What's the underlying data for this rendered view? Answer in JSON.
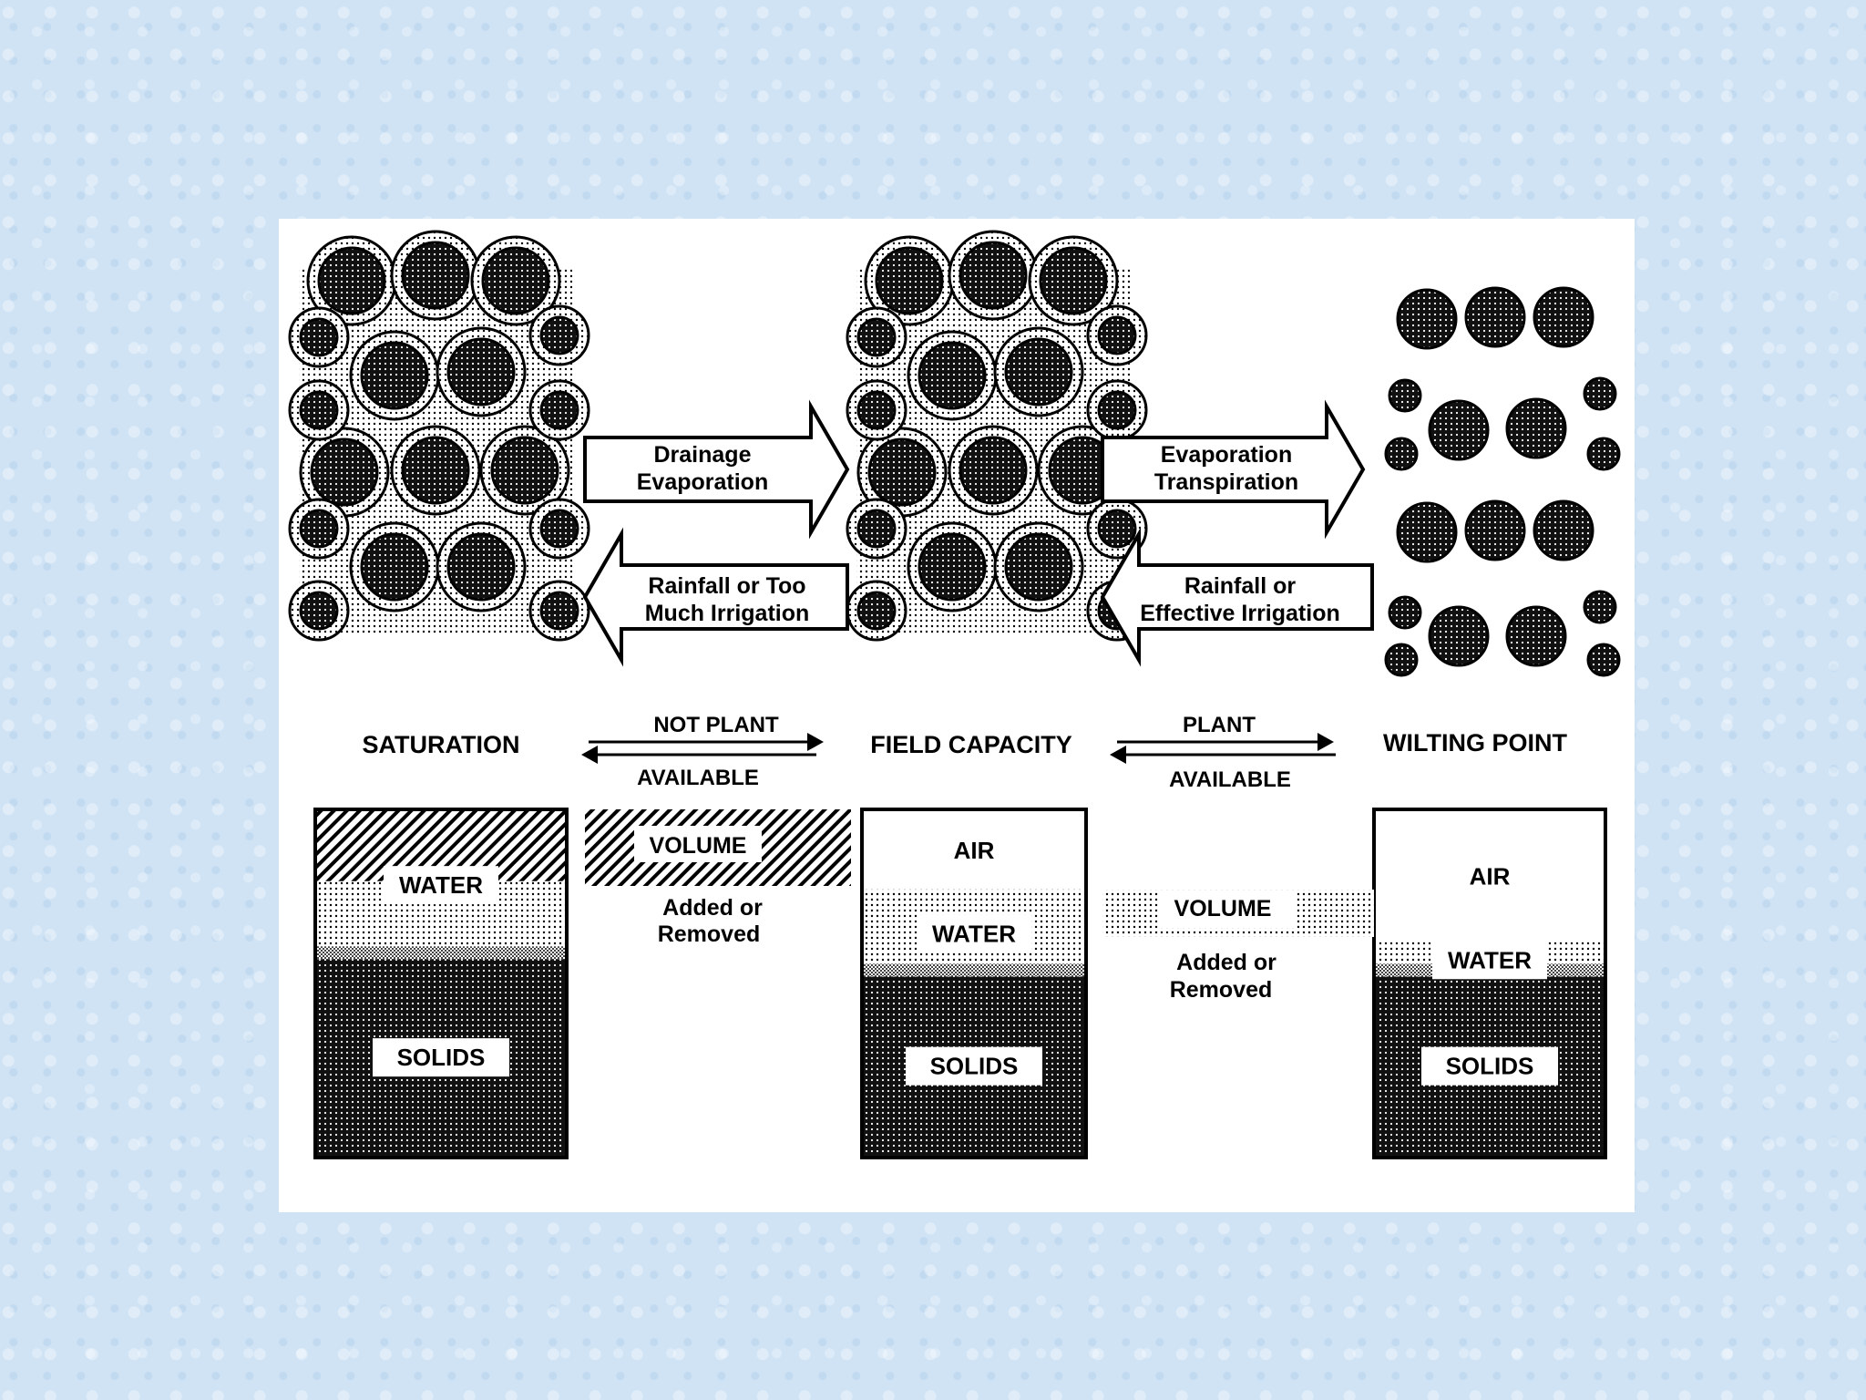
{
  "states": [
    {
      "key": "saturation",
      "label": "SATURATION",
      "fractions": {
        "air": 0.0,
        "water": 0.43,
        "solids": 0.57
      }
    },
    {
      "key": "field_capacity",
      "label": "FIELD CAPACITY",
      "fractions": {
        "air": 0.23,
        "water": 0.25,
        "solids": 0.52
      }
    },
    {
      "key": "wilting_point",
      "label": "WILTING POINT",
      "fractions": {
        "air": 0.38,
        "water": 0.1,
        "solids": 0.52
      }
    }
  ],
  "arrows": {
    "sat_to_fc": {
      "line1": "Drainage",
      "line2": "Evaporation"
    },
    "fc_to_sat": {
      "line1": "Rainfall or Too",
      "line2": "Much Irrigation"
    },
    "fc_to_wp": {
      "line1": "Evaporation",
      "line2": "Transpiration"
    },
    "wp_to_fc": {
      "line1": "Rainfall or",
      "line2": "Effective Irrigation"
    }
  },
  "availability": {
    "left": {
      "top": "NOT PLANT",
      "bottom": "AVAILABLE"
    },
    "right": {
      "top": "PLANT",
      "bottom": "AVAILABLE"
    }
  },
  "volume_notes": {
    "left": {
      "label": "VOLUME",
      "line1": "Added or",
      "line2": "Removed"
    },
    "right": {
      "label": "VOLUME",
      "line1": "Added or",
      "line2": "Removed"
    }
  },
  "bar_labels": {
    "air": "AIR",
    "water": "WATER",
    "solids": "SOLIDS"
  }
}
